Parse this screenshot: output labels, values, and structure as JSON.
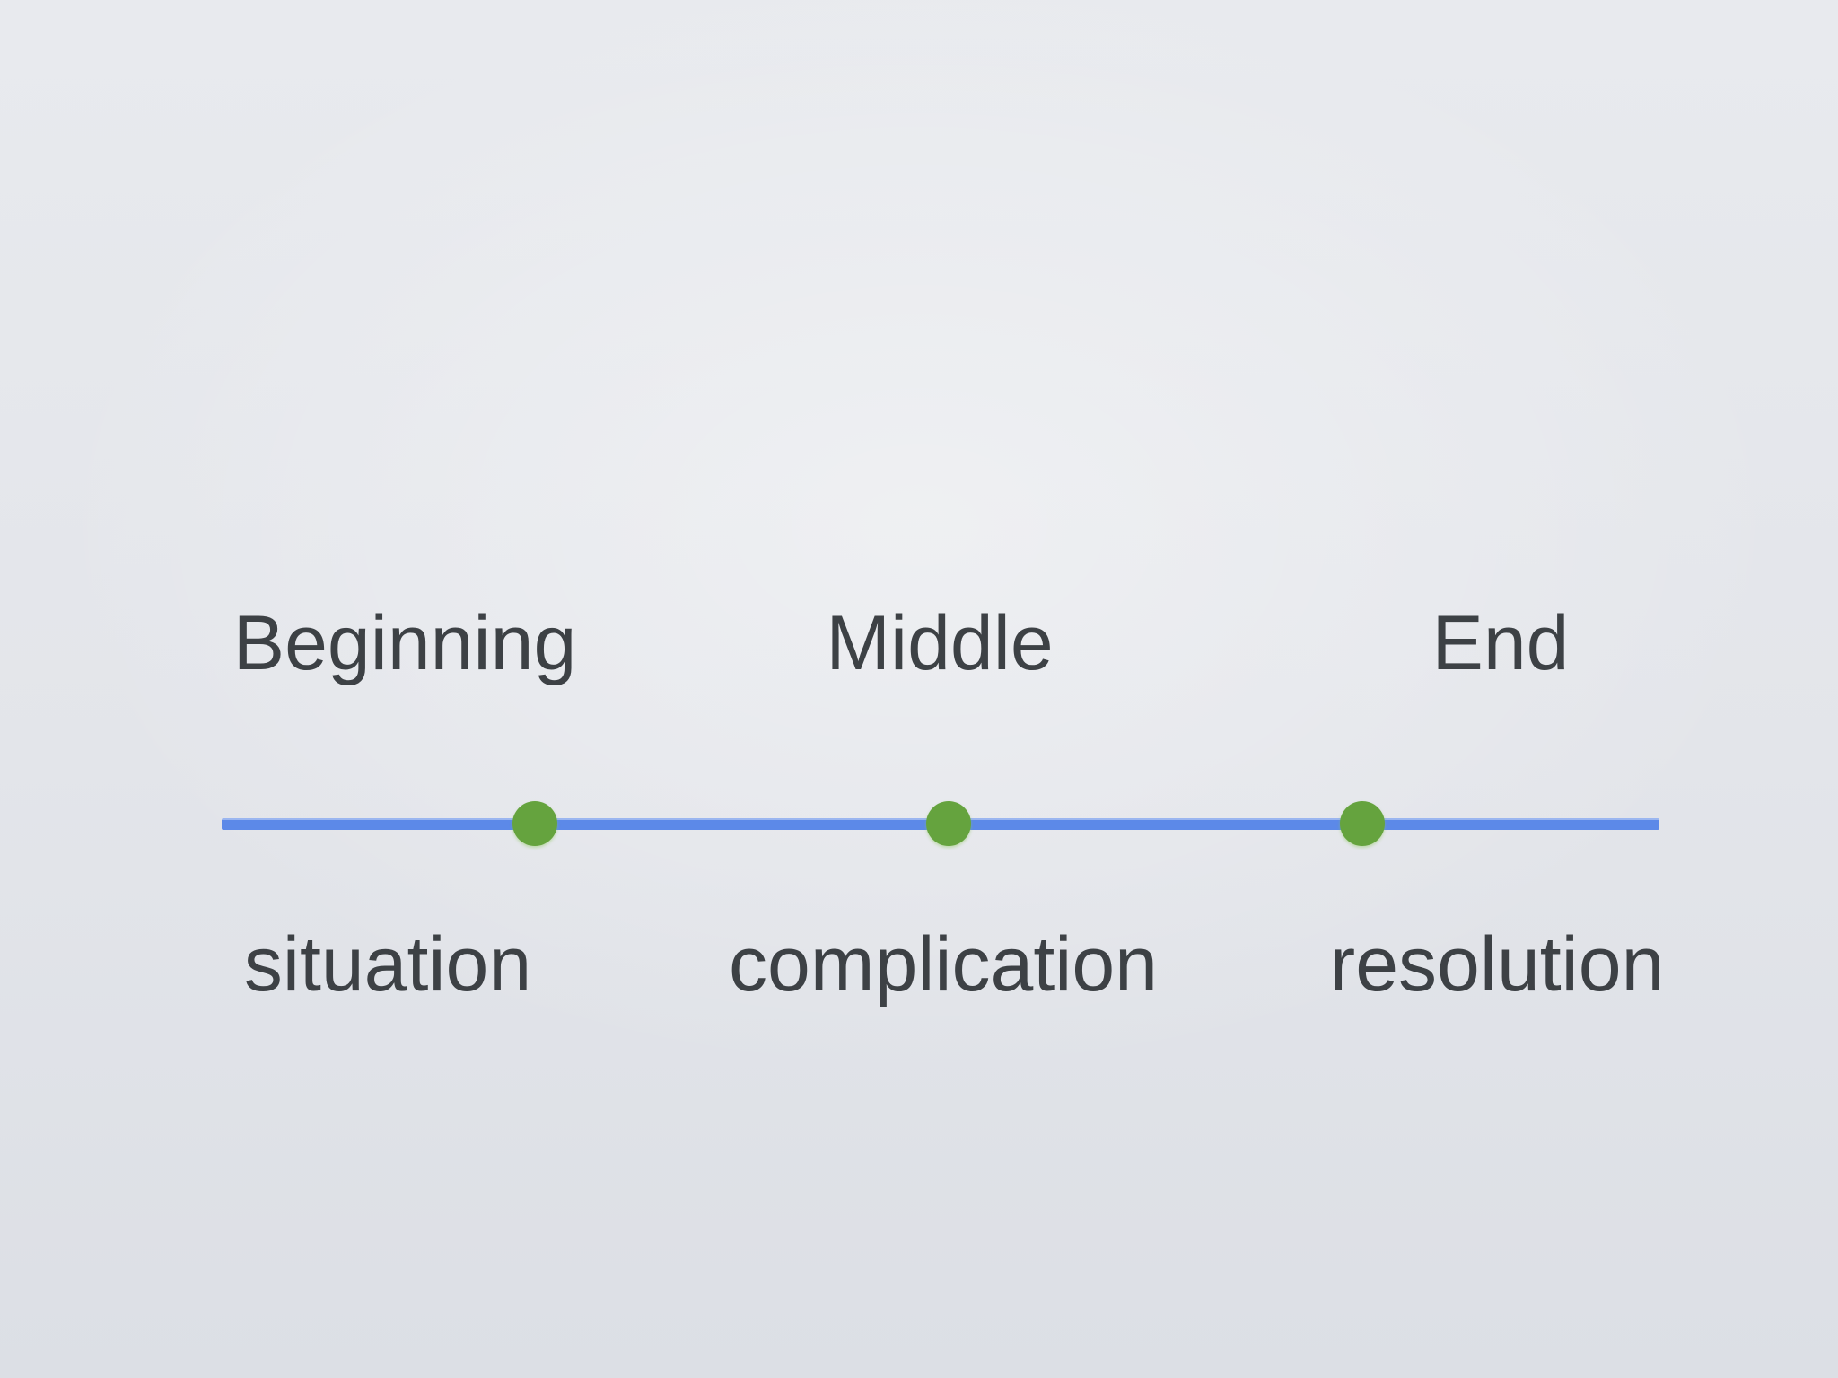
{
  "slide": {
    "stages": [
      {
        "label": "Beginning",
        "sublabel": "situation"
      },
      {
        "label": "Middle",
        "sublabel": "complication"
      },
      {
        "label": "End",
        "sublabel": "resolution"
      }
    ]
  },
  "colors": {
    "line": "#5c89e8",
    "dot": "#65a33e",
    "text": "#3d4145",
    "bg": "#e3e5ea"
  }
}
